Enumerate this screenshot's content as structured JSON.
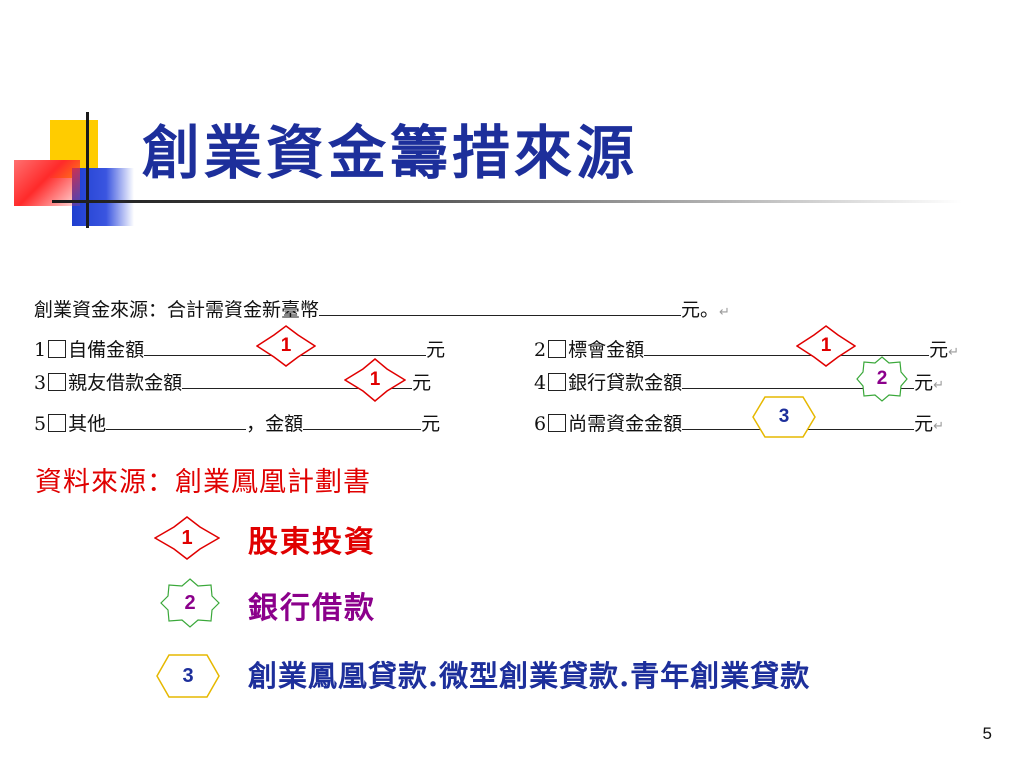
{
  "title": "創業資金籌措來源",
  "form": {
    "line1_label": "創業資金來源：合計需資金新臺幣",
    "line1_unit": "元。",
    "rows": [
      {
        "num": "1",
        "label": "自備金額",
        "unit": "元"
      },
      {
        "num": "2",
        "label": "標會金額",
        "unit": "元"
      },
      {
        "num": "3",
        "label": "親友借款金額",
        "unit": "元"
      },
      {
        "num": "4",
        "label": "銀行貸款金額",
        "unit": "元"
      },
      {
        "num": "5",
        "label": "其他",
        "label2": "，金額",
        "unit": "元"
      },
      {
        "num": "6",
        "label": "尚需資金金額",
        "unit": "元"
      }
    ],
    "return_mark": "↵"
  },
  "badges": {
    "b1": "1",
    "b2": "2",
    "b3": "3"
  },
  "colors": {
    "title": "#1d2f9b",
    "red": "#e00000",
    "purple": "#8b008b",
    "navy": "#1d2f9b",
    "badge1_border": "#e00000",
    "badge2_border": "#3aa83a",
    "badge3_border": "#e6b800"
  },
  "source_note": "資料來源：創業鳳凰計劃書",
  "legend": [
    {
      "num": "1",
      "label": "股東投資"
    },
    {
      "num": "2",
      "label": "銀行借款"
    },
    {
      "num": "3",
      "label": "創業鳳凰貸款.微型創業貸款.青年創業貸款"
    }
  ],
  "page_number": "5"
}
